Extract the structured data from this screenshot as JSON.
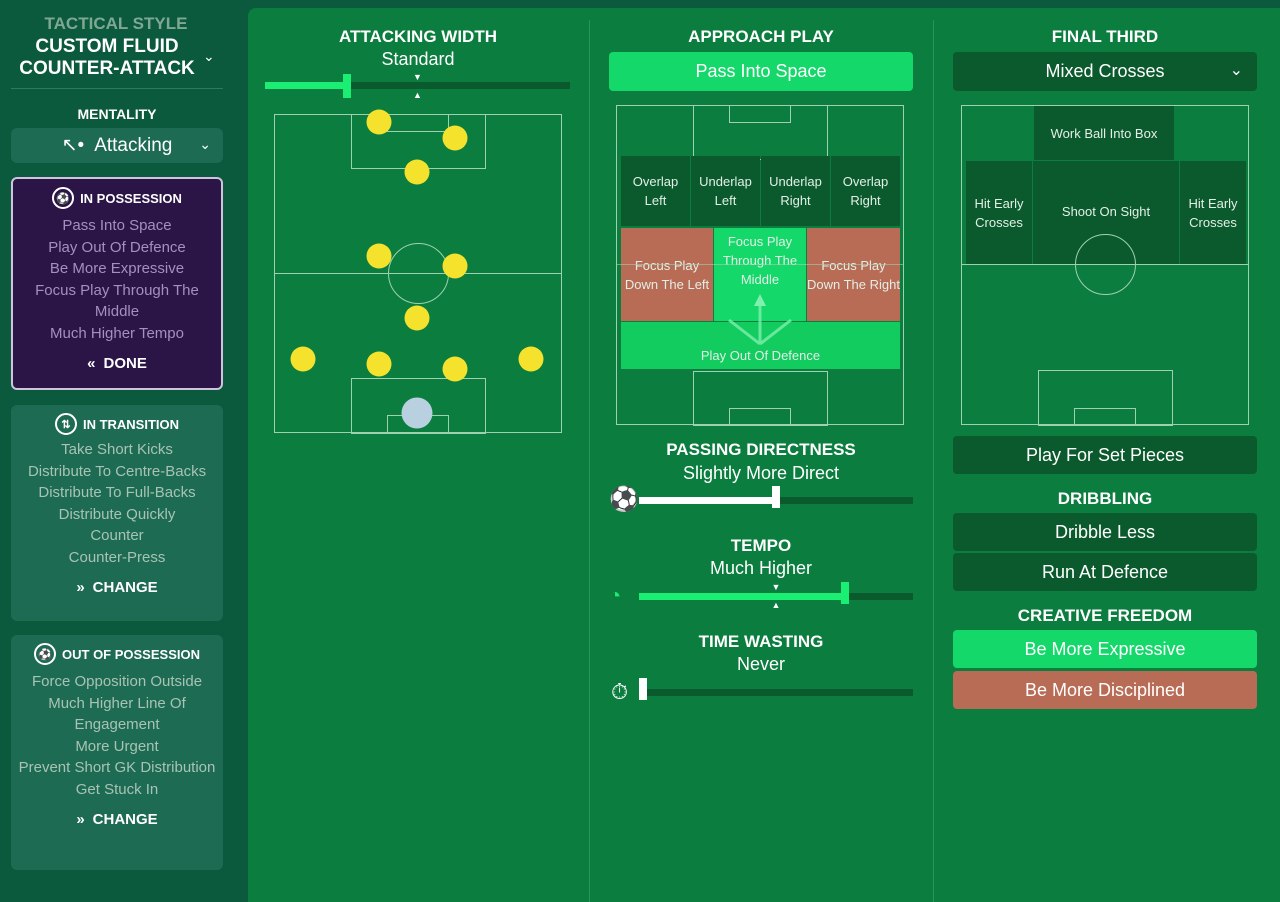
{
  "sidebar": {
    "tactical_style_label": "TACTICAL STYLE",
    "tactical_style_name": "CUSTOM FLUID COUNTER-ATTACK",
    "mentality_label": "MENTALITY",
    "mentality_value": "Attacking",
    "in_possession": {
      "title": "IN POSSESSION",
      "items": [
        "Pass Into Space",
        "Play Out Of Defence",
        "Be More Expressive",
        "Focus Play Through The Middle",
        "Much Higher Tempo"
      ],
      "action": "DONE"
    },
    "in_transition": {
      "title": "IN TRANSITION",
      "items": [
        "Take Short Kicks",
        "Distribute To Centre-Backs",
        "Distribute To Full-Backs",
        "Distribute Quickly",
        "Counter",
        "Counter-Press"
      ],
      "action": "CHANGE"
    },
    "out_of_possession": {
      "title": "OUT OF POSSESSION",
      "items": [
        "Force Opposition Outside",
        "Much Higher Line Of Engagement",
        "More Urgent",
        "Prevent Short GK Distribution",
        "Get Stuck In"
      ],
      "action": "CHANGE"
    }
  },
  "attacking_width": {
    "title": "ATTACKING WIDTH",
    "value": "Standard",
    "fill_fraction": 0.27,
    "default_fraction": 0.5
  },
  "approach_play": {
    "title": "APPROACH PLAY",
    "selected": "Pass Into Space",
    "zones": {
      "overlap_left": "Overlap Left",
      "underlap_left": "Underlap Left",
      "underlap_right": "Underlap Right",
      "overlap_right": "Overlap Right",
      "focus_left": "Focus Play Down The Left",
      "focus_middle": "Focus Play Through The Middle",
      "focus_right": "Focus Play Down The Right",
      "play_out": "Play Out Of Defence"
    }
  },
  "passing_directness": {
    "title": "PASSING DIRECTNESS",
    "value": "Slightly More Direct",
    "fill_fraction": 0.5
  },
  "tempo": {
    "title": "TEMPO",
    "value": "Much Higher",
    "fill_fraction": 0.75,
    "default_fraction": 0.5
  },
  "time_wasting": {
    "title": "TIME WASTING",
    "value": "Never",
    "fill_fraction": 0.0
  },
  "final_third": {
    "title": "FINAL THIRD",
    "crosses": "Mixed Crosses",
    "zones": {
      "work_ball": "Work Ball Into Box",
      "hit_early_left": "Hit Early Crosses",
      "shoot": "Shoot On Sight",
      "hit_early_right": "Hit Early Crosses"
    },
    "set_pieces": "Play For Set Pieces"
  },
  "dribbling": {
    "title": "DRIBBLING",
    "options": [
      "Dribble Less",
      "Run At Defence"
    ]
  },
  "creative_freedom": {
    "title": "CREATIVE FREEDOM",
    "options": [
      "Be More Expressive",
      "Be More Disciplined"
    ]
  },
  "colors": {
    "selected": "#14d96a",
    "rejected": "#b86b55",
    "panel": "#0b7d3f",
    "possession": "#2b1547"
  }
}
